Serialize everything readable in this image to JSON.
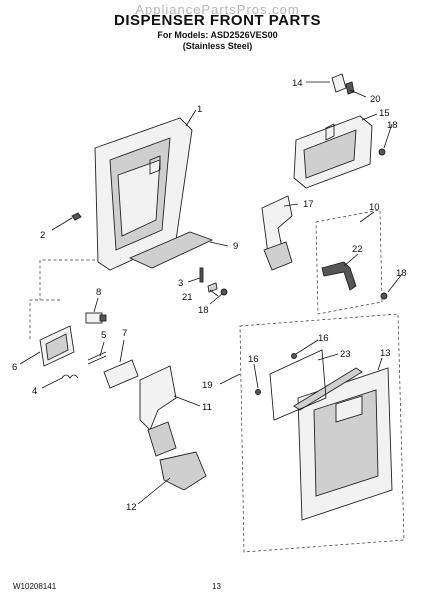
{
  "header": {
    "watermark": "AppliancePartsPros.com",
    "title": "DISPENSER FRONT PARTS",
    "models": "For Models: ASD2526VES00",
    "finish": "(Stainless Steel)"
  },
  "callouts": [
    "1",
    "2",
    "3",
    "4",
    "5",
    "6",
    "7",
    "8",
    "9",
    "10",
    "11",
    "12",
    "13",
    "14",
    "15",
    "16",
    "16",
    "17",
    "18",
    "18",
    "18",
    "19",
    "20",
    "21",
    "22",
    "23"
  ],
  "footer": {
    "doc_number": "W10208141",
    "page": "13"
  }
}
